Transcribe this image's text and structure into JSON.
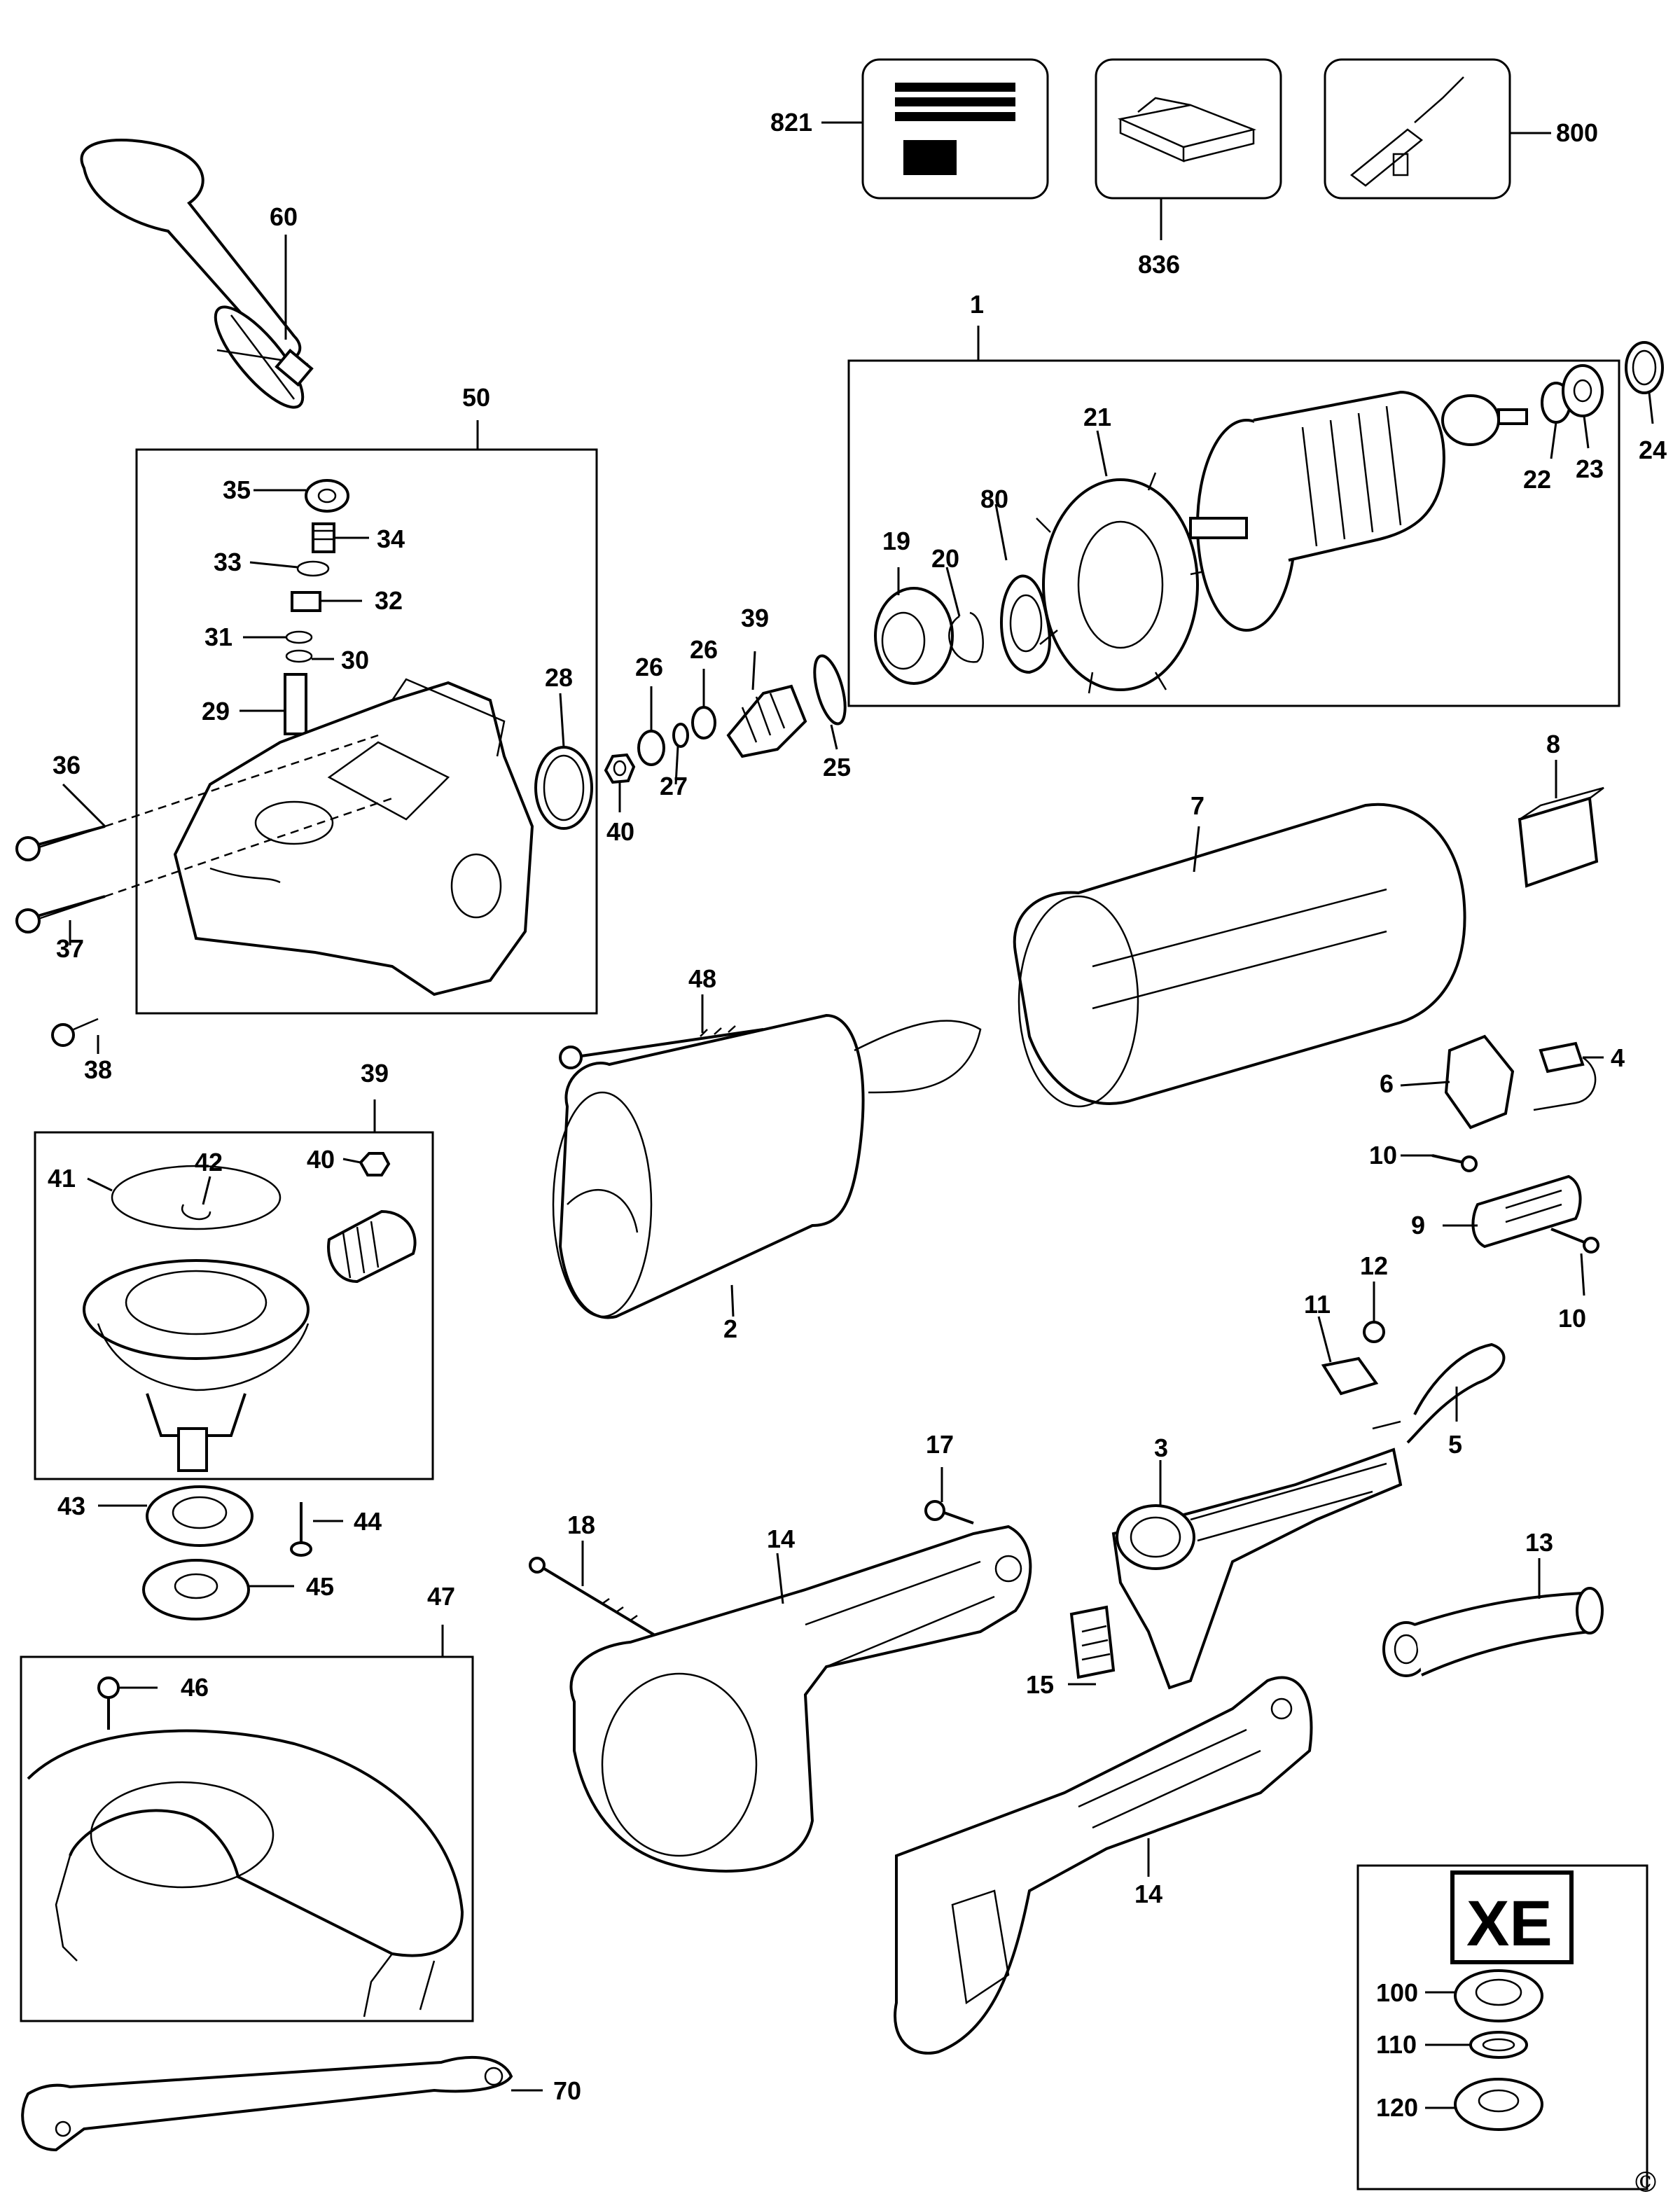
{
  "labels": {
    "l1": "1",
    "l2": "2",
    "l3": "3",
    "l4": "4",
    "l5": "5",
    "l6": "6",
    "l7": "7",
    "l8": "8",
    "l9": "9",
    "l10": "10",
    "l11": "11",
    "l12": "12",
    "l13": "13",
    "l14": "14",
    "l15": "15",
    "l17": "17",
    "l18": "18",
    "l19": "19",
    "l20": "20",
    "l21": "21",
    "l22": "22",
    "l23": "23",
    "l24": "24",
    "l25": "25",
    "l26": "26",
    "l27": "27",
    "l28": "28",
    "l29": "29",
    "l30": "30",
    "l31": "31",
    "l32": "32",
    "l33": "33",
    "l34": "34",
    "l35": "35",
    "l36": "36",
    "l37": "37",
    "l38": "38",
    "l39": "39",
    "l40": "40",
    "l41": "41",
    "l42": "42",
    "l43": "43",
    "l44": "44",
    "l45": "45",
    "l46": "46",
    "l47": "47",
    "l48": "48",
    "l50": "50",
    "l60": "60",
    "l70": "70",
    "l80": "80",
    "l100": "100",
    "l110": "110",
    "l120": "120",
    "l800": "800",
    "l821": "821",
    "l836": "836"
  },
  "xe_label": "XE",
  "copyright": "©"
}
